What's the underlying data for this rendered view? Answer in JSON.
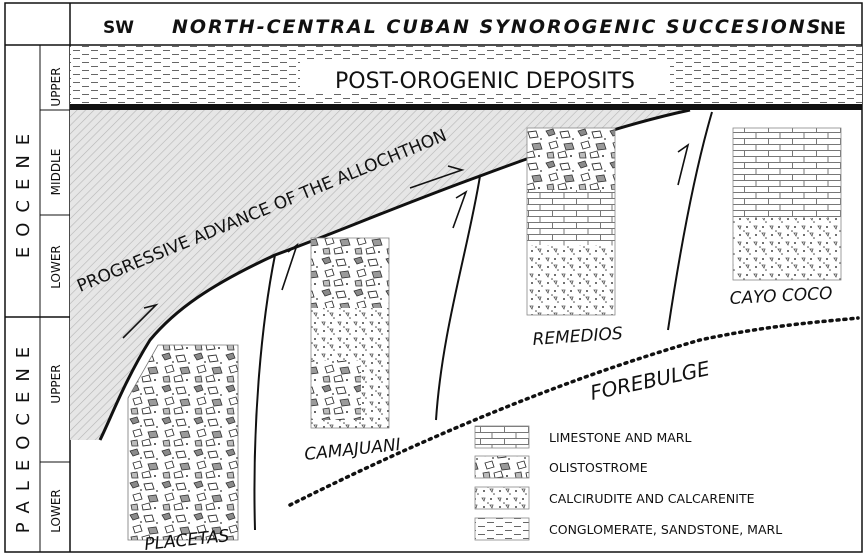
{
  "header": {
    "left": "SW",
    "title": "NORTH-CENTRAL CUBAN SYNOROGENIC SUCCESIONS",
    "right": "NE"
  },
  "epochs": [
    {
      "name": "EOCENE",
      "stages": [
        "UPPER",
        "MIDDLE",
        "LOWER"
      ]
    },
    {
      "name": "PALEOCENE",
      "stages": [
        "UPPER",
        "LOWER"
      ]
    }
  ],
  "labels": {
    "post_orogenic": "POST-OROGENIC DEPOSITS",
    "advance": "PROGRESSIVE ADVANCE OF THE ALLOCHTHON",
    "forebulge": "FOREBULGE"
  },
  "units": [
    "PLACETAS",
    "CAMAJUANI",
    "REMEDIOS",
    "CAYO COCO"
  ],
  "legend": [
    {
      "pattern": "limestone-marl",
      "label": "LIMESTONE AND MARL"
    },
    {
      "pattern": "olistostrome",
      "label": "OLISTOSTROME"
    },
    {
      "pattern": "calcirudite",
      "label": "CALCIRUDITE AND CALCARENITE"
    },
    {
      "pattern": "conglomerate",
      "label": "CONGLOMERATE, SANDSTONE, MARL"
    }
  ]
}
